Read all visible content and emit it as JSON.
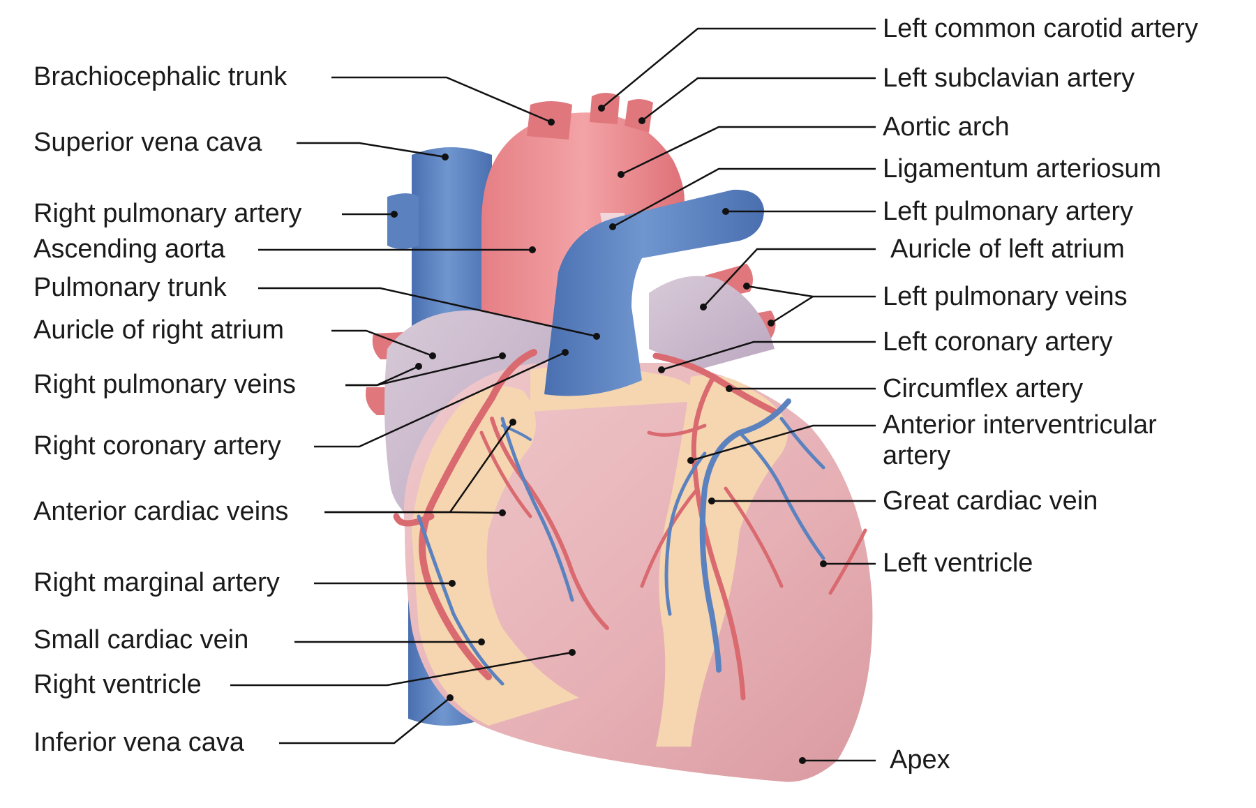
{
  "colors": {
    "artery": "#e0777c",
    "artery_dark": "#c85a60",
    "vein": "#5b82be",
    "vein_dark": "#4468a8",
    "atrium": "#cdbdd2",
    "ventricle": "#e7b6ba",
    "fat": "#f6d6b0",
    "leader": "#111111"
  },
  "labels_left": {
    "brachiocephalic_trunk": "Brachiocephalic trunk",
    "superior_vena_cava": "Superior vena cava",
    "right_pulmonary_artery": "Right pulmonary artery",
    "ascending_aorta": "Ascending aorta",
    "pulmonary_trunk": "Pulmonary trunk",
    "auricle_right_atrium": "Auricle of right atrium",
    "right_pulmonary_veins": "Right pulmonary veins",
    "right_coronary_artery": "Right coronary artery",
    "anterior_cardiac_veins": "Anterior cardiac veins",
    "right_marginal_artery": "Right marginal artery",
    "small_cardiac_vein": "Small cardiac vein",
    "right_ventricle": "Right ventricle",
    "inferior_vena_cava": "Inferior vena cava"
  },
  "labels_right": {
    "left_common_carotid_artery": "Left common carotid artery",
    "left_subclavian_artery": "Left subclavian artery",
    "aortic_arch": "Aortic arch",
    "ligamentum_arteriosum": "Ligamentum arteriosum",
    "left_pulmonary_artery": "Left pulmonary artery",
    "auricle_left_atrium": "Auricle of left atrium",
    "left_pulmonary_veins": "Left pulmonary veins",
    "left_coronary_artery": "Left coronary artery",
    "circumflex_artery": "Circumflex artery",
    "anterior_interventricular_artery": "Anterior interventricular artery",
    "great_cardiac_vein": "Great cardiac vein",
    "left_ventricle": "Left ventricle",
    "apex": "Apex"
  }
}
